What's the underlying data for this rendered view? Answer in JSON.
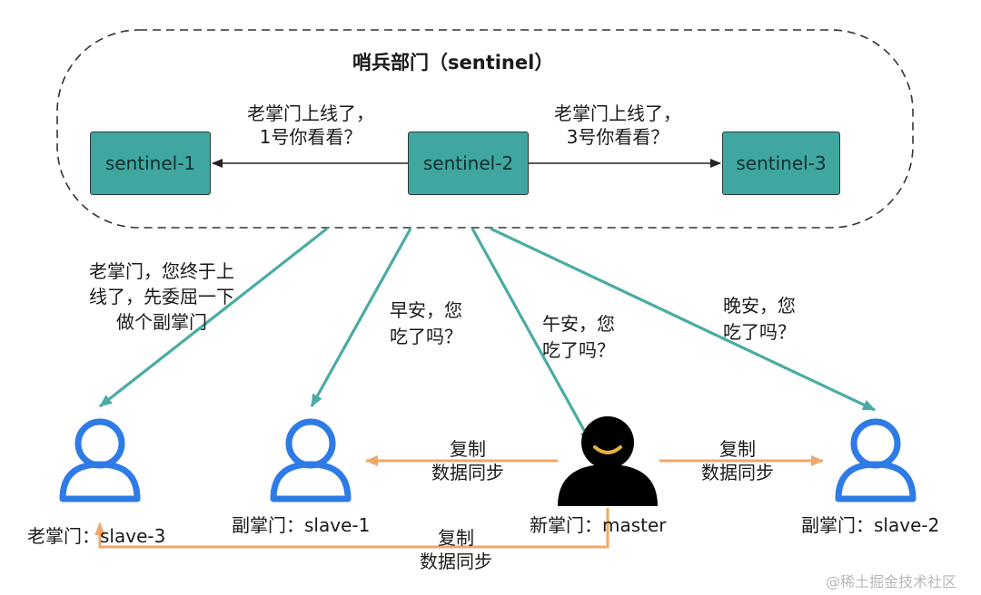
{
  "group": {
    "title": "哨兵部门（sentinel）"
  },
  "sentinels": [
    "sentinel-1",
    "sentinel-2",
    "sentinel-3"
  ],
  "messages": {
    "to_sentinel1": [
      "老掌门上线了，",
      "1号你看看？"
    ],
    "to_sentinel3": [
      "老掌门上线了，",
      "3号你看看？"
    ],
    "to_slave3": [
      "老掌门，您终于上",
      "线了，先委屈一下",
      "做个副掌门"
    ],
    "to_slave1": [
      "早安，您",
      "吃了吗？"
    ],
    "to_master": [
      "午安，您",
      "吃了吗？"
    ],
    "to_slave2": [
      "晚安，您",
      "吃了吗？"
    ]
  },
  "replication": {
    "to_slave1": [
      "复制",
      "数据同步"
    ],
    "to_slave2": [
      "复制",
      "数据同步"
    ],
    "to_slave3": [
      "复制",
      "数据同步"
    ]
  },
  "nodes": {
    "slave3": "老掌门：slave-3",
    "slave1": "副掌门：slave-1",
    "master": "新掌门：master",
    "slave2": "副掌门：slave-2"
  },
  "watermark": "@稀土掘金技术社区",
  "colors": {
    "sentinel_fill": "#3fa6a0",
    "teal_arrow": "#4aaba4",
    "orange_arrow": "#f0a868",
    "user_icon": "#2f7be6",
    "master_icon": "#000000"
  }
}
